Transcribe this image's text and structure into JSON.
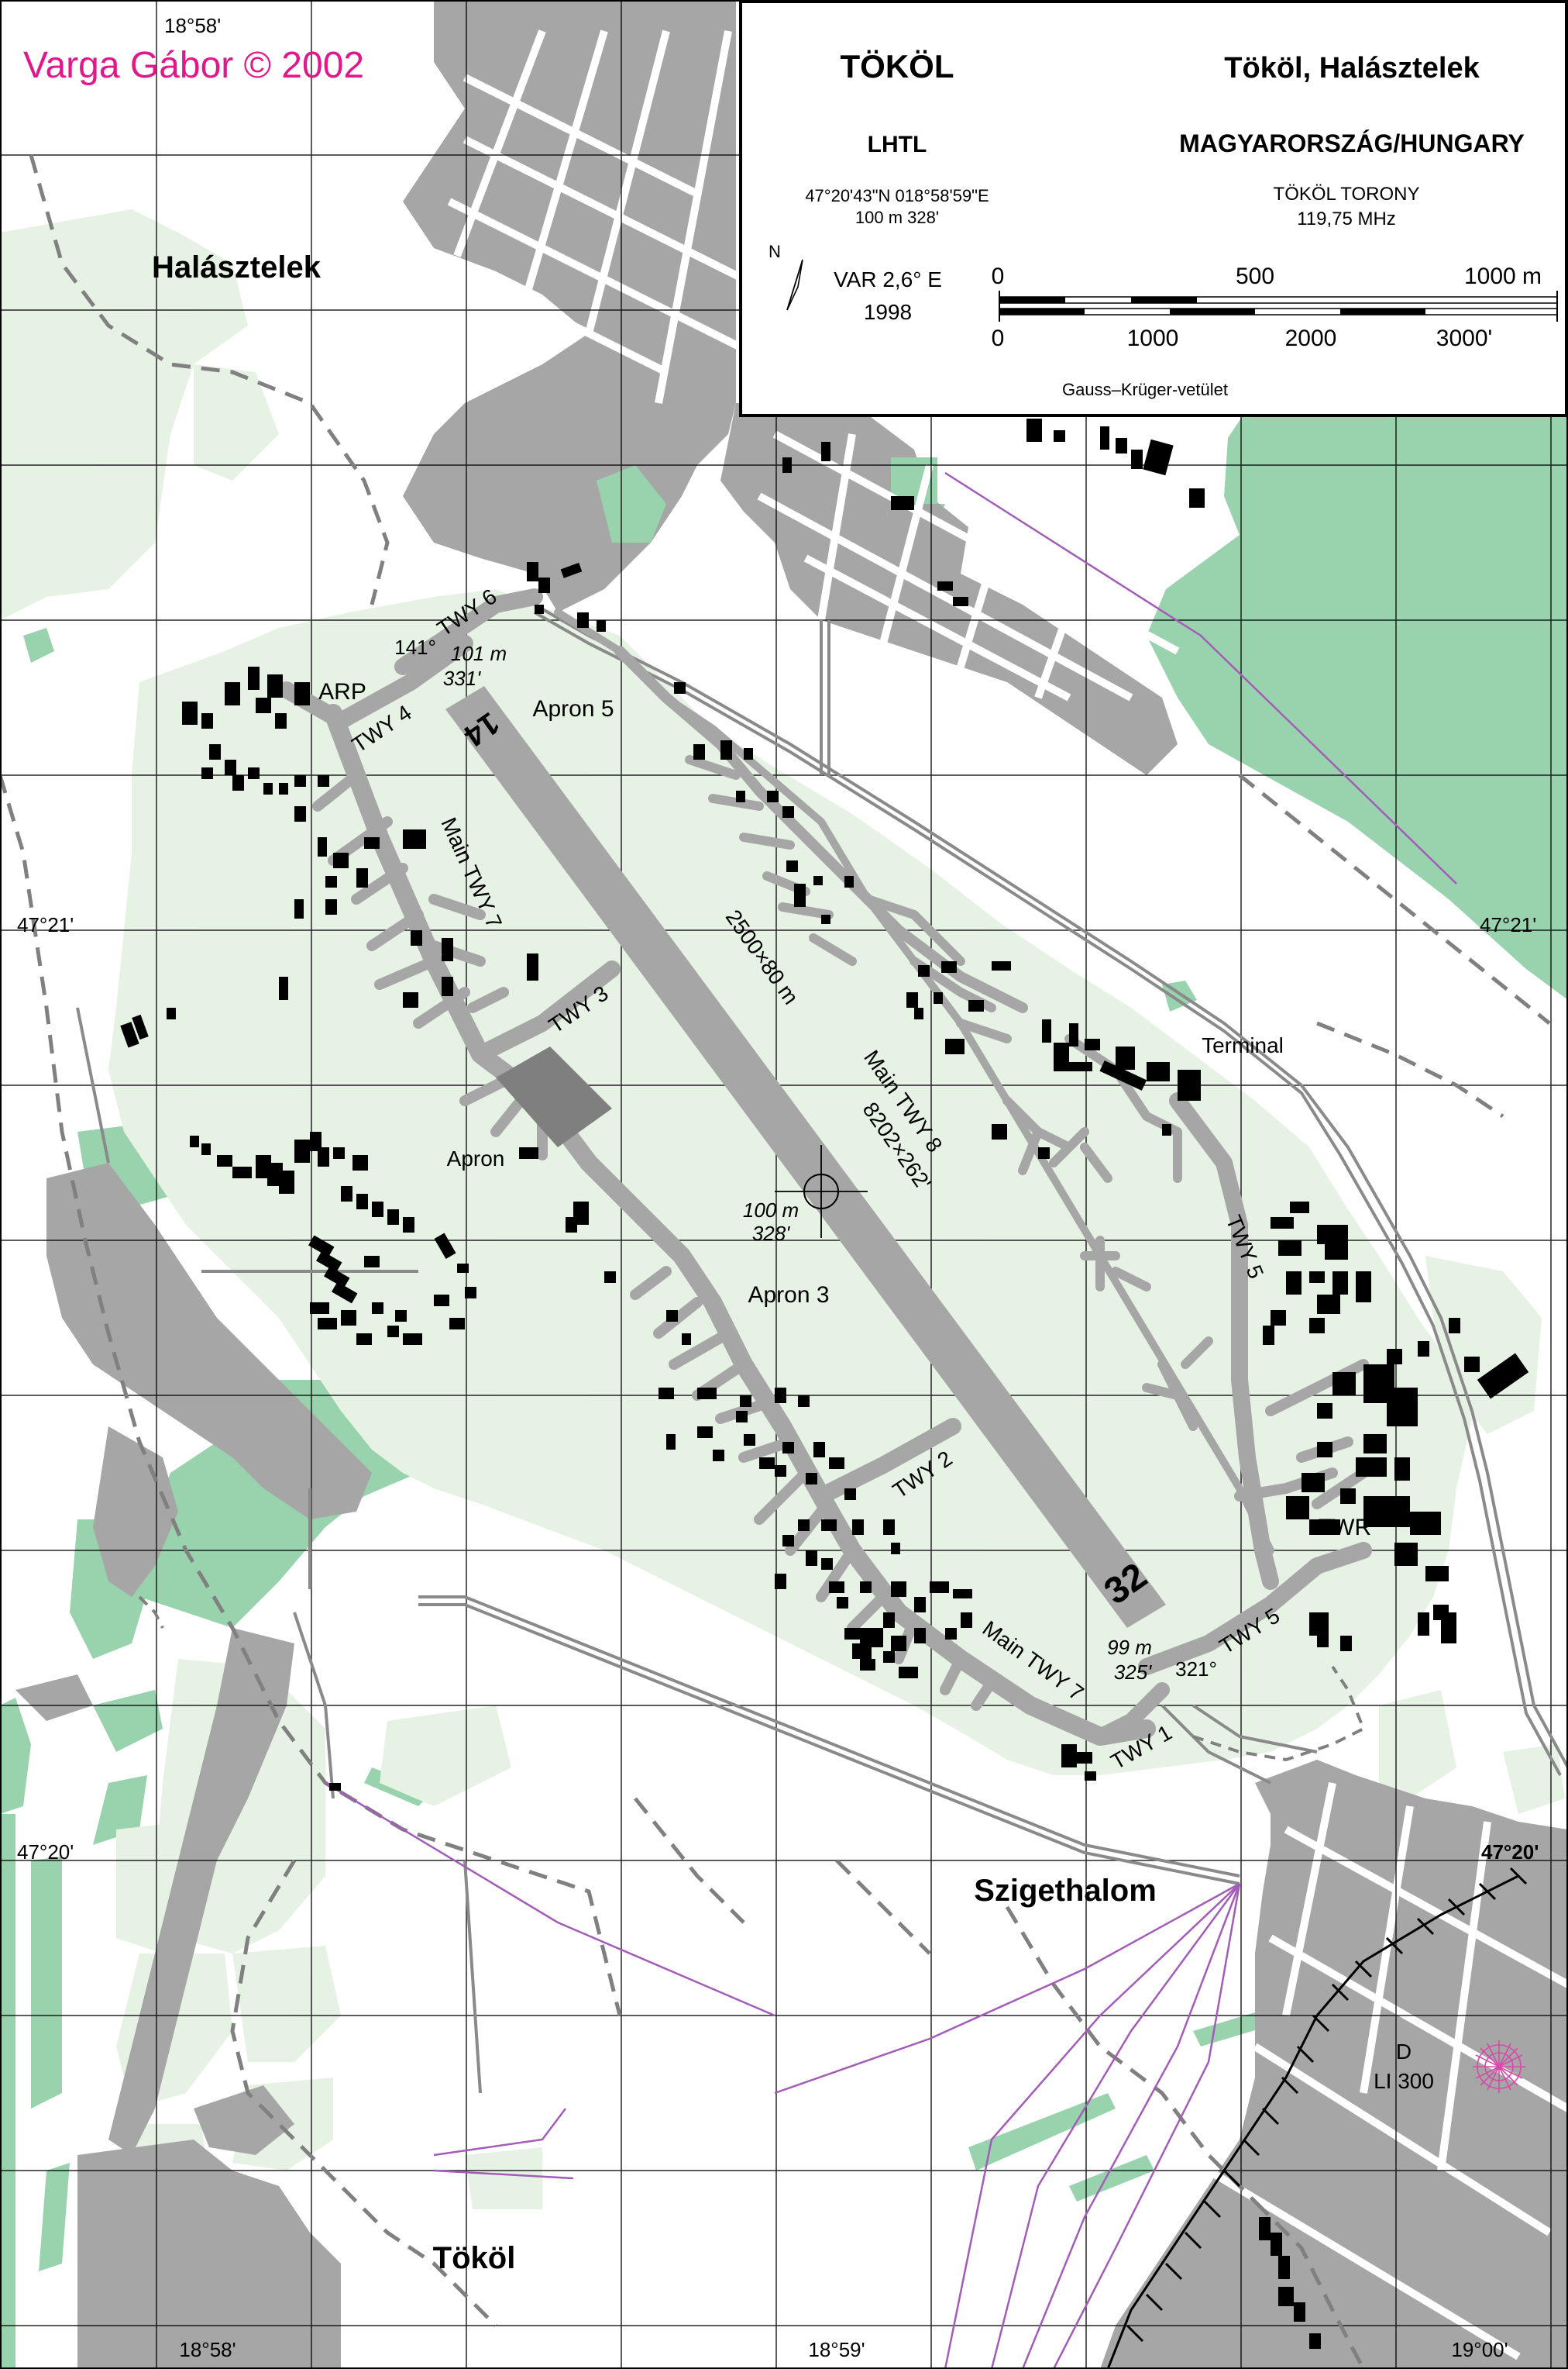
{
  "copyright": "Varga Gábor © 2002",
  "info": {
    "aerodrome_name": "TÖKÖL",
    "icao": "LHTL",
    "coordinates": "47°20'43\"N 018°58'59\"E",
    "elevation": "100 m 328'",
    "location": "Tököl, Halásztelek",
    "country": "MAGYARORSZÁG/HUNGARY",
    "tower_name": "TÖKÖL TORONY",
    "tower_freq": "119,75 MHz",
    "north_label": "N",
    "variation": "VAR 2,6° E",
    "variation_year": "1998",
    "scale_m": [
      "0",
      "500",
      "1000 m"
    ],
    "scale_ft": [
      "0",
      "1000",
      "2000",
      "3000'"
    ],
    "projection": "Gauss–Krüger-vetület"
  },
  "coords": {
    "top_left": "18°58'",
    "bottom_left": "18°58'",
    "bottom_mid": "18°59'",
    "bottom_right": "19°00'",
    "left_21": "47°21'",
    "right_21": "47°21'",
    "left_20": "47°20'",
    "right_20": "47°20'"
  },
  "places": {
    "halasztelek": "Halásztelek",
    "szigethalom": "Szigethalom",
    "tokol": "Tököl"
  },
  "airport": {
    "arp": "ARP",
    "twy6": "TWY 6",
    "twy4": "TWY 4",
    "twy3": "TWY 3",
    "twy2": "TWY 2",
    "twy1": "TWY 1",
    "twy5_upper": "TWY 5",
    "twy5_lower": "TWY 5",
    "main_twy7_upper": "Main TWY 7",
    "main_twy7_lower": "Main TWY 7",
    "main_twy8": "Main TWY 8",
    "apron": "Apron",
    "apron3": "Apron 3",
    "apron5": "Apron 5",
    "terminal": "Terminal",
    "twr": "TWR",
    "rwy_dim_m": "2500×80 m",
    "rwy_dim_ft": "8202×262'",
    "thr_north_elev_m": "101 m",
    "thr_north_elev_ft": "331'",
    "thr_north_bearing": "141°",
    "thr_south_elev_m": "99 m",
    "thr_south_elev_ft": "325'",
    "thr_south_bearing": "321°",
    "center_elev_m": "100 m",
    "center_elev_ft": "328'",
    "rwy_number_north": "14",
    "rwy_number_south": "32",
    "danger_area_id": "D",
    "danger_area_name": "LI 300"
  },
  "colors": {
    "airfield": "#e6f2e3",
    "vegetation": "#99d3ae",
    "urban": "#a6a6a6",
    "pavement": "#a6a6a6",
    "buildings": "#000000",
    "powerline": "#a35cb8",
    "grid": "#000000",
    "copyright": "#e0188c"
  }
}
